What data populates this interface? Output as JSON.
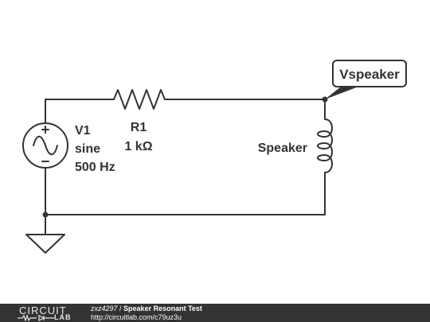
{
  "circuit": {
    "source": {
      "name": "V1",
      "type": "sine",
      "frequency": "500 Hz"
    },
    "resistor": {
      "name": "R1",
      "value": "1 kΩ"
    },
    "inductor": {
      "name": "Speaker"
    },
    "probe": {
      "label": "Vspeaker"
    }
  },
  "footer": {
    "logo_top": "CIRCUIT",
    "logo_bottom": "LAB",
    "author": "zxz4297",
    "separator": " / ",
    "title": "Speaker Resonant Test",
    "url": "http://circuitlab.com/c79uz3u"
  },
  "colors": {
    "wire": "#333333",
    "background": "#ffffff",
    "footer_bg": "#333333",
    "footer_text": "#ffffff"
  }
}
